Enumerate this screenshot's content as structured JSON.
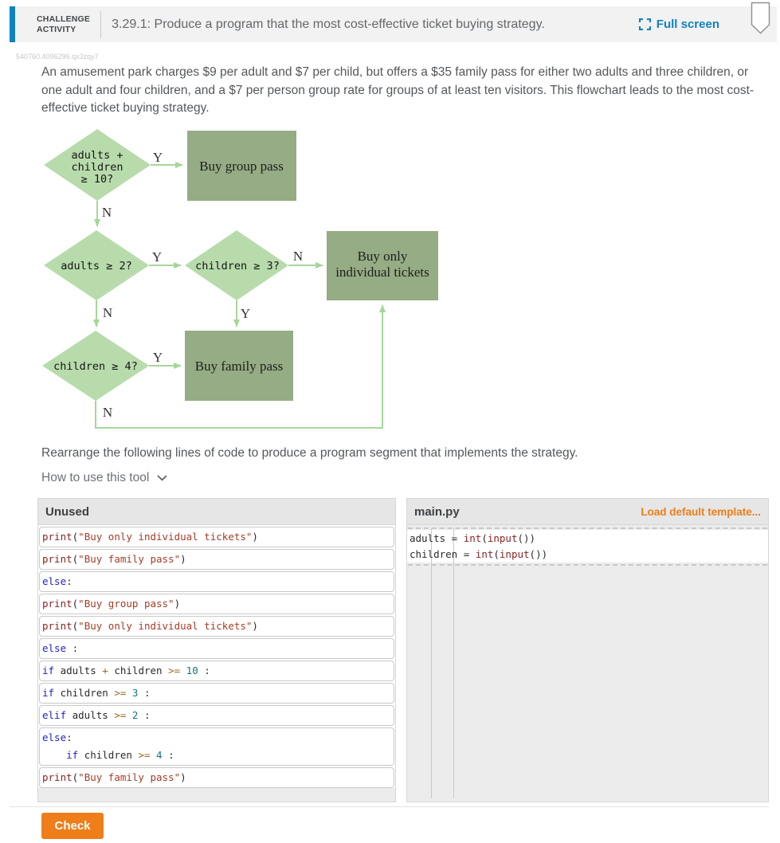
{
  "header": {
    "badge_line1": "CHALLENGE",
    "badge_line2": "ACTIVITY",
    "title": "3.29.1: Produce a program that the most cost-effective ticket buying strategy.",
    "fullscreen_label": "Full screen"
  },
  "content_id": "540760.4096296.qx3zqy7",
  "problem_text": "An amusement park charges $9 per adult and $7 per child, but offers a $35 family pass for either two adults and three children, or one adult and four children, and a $7 per person group rate for groups of at least ten visitors. This flowchart leads to the most cost-effective ticket buying strategy.",
  "flowchart": {
    "d1_lines": [
      "adults +",
      "children",
      "≥ 10?"
    ],
    "d2": "adults ≥ 2?",
    "d3": "children ≥ 3?",
    "d4": "children ≥ 4?",
    "r1": "Buy group pass",
    "r2_lines": [
      "Buy only",
      "individual tickets"
    ],
    "r3": "Buy family pass",
    "labels": {
      "yes": "Y",
      "no": "N"
    }
  },
  "instruction": "Rearrange the following lines of code to produce a program segment that implements the strategy.",
  "tool_help_label": "How to use this tool",
  "unused_panel": {
    "title": "Unused",
    "items": [
      [
        "print(\"Buy only individual tickets\")"
      ],
      [
        "print(\"Buy family pass\")"
      ],
      [
        "else:"
      ],
      [
        "print(\"Buy group pass\")"
      ],
      [
        "print(\"Buy only individual tickets\")"
      ],
      [
        "else :"
      ],
      [
        "if adults + children >= 10 :"
      ],
      [
        "if children >= 3 :"
      ],
      [
        "elif adults >= 2 :"
      ],
      [
        "else:",
        "    if children >= 4 :"
      ],
      [
        "print(\"Buy family pass\")"
      ]
    ]
  },
  "main_panel": {
    "title": "main.py",
    "load_template_label": "Load default template...",
    "code_lines": [
      "adults = int(input())",
      "children = int(input())"
    ]
  },
  "check_label": "Check",
  "colors": {
    "blue": "#0f82c5",
    "orange": "#ee7d1a",
    "diamond": "#b8dbac",
    "rectfill": "#95ac84",
    "flow": "#a6d79a",
    "kw": "#2222c0",
    "fn": "#8a2424",
    "str": "#a53c28",
    "num": "#14766e",
    "op": "#9c6820"
  }
}
